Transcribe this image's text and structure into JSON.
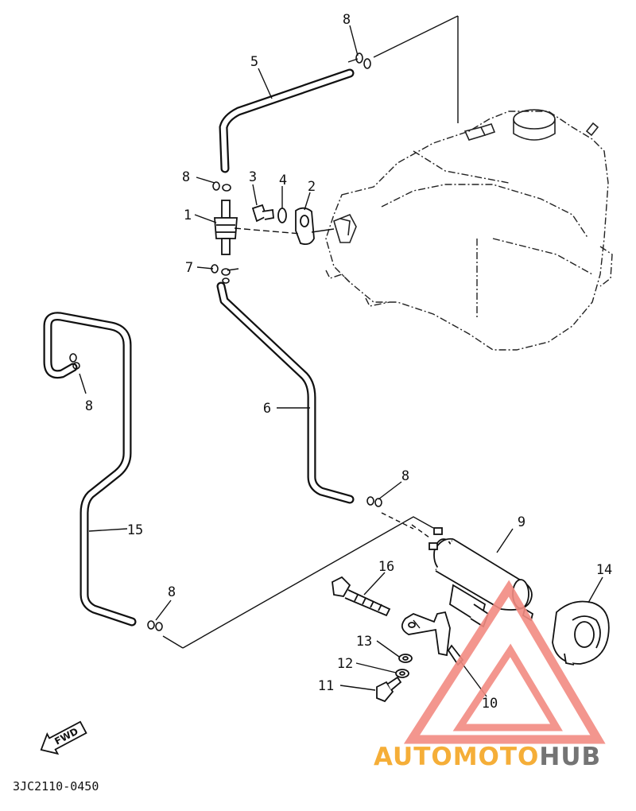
{
  "diagram": {
    "part_code": "3JC2110-0450",
    "direction_label": "FWD",
    "callouts": [
      "1",
      "2",
      "3",
      "4",
      "5",
      "6",
      "7",
      "8",
      "8",
      "8",
      "8",
      "8",
      "9",
      "10",
      "11",
      "12",
      "13",
      "14",
      "15",
      "16"
    ]
  },
  "watermark": {
    "text_part1": "AUTOMOTO",
    "text_part2": "HUB",
    "color_primary": "#f28b82",
    "color_secondary": "#f5a623",
    "color_dark": "#666666"
  }
}
